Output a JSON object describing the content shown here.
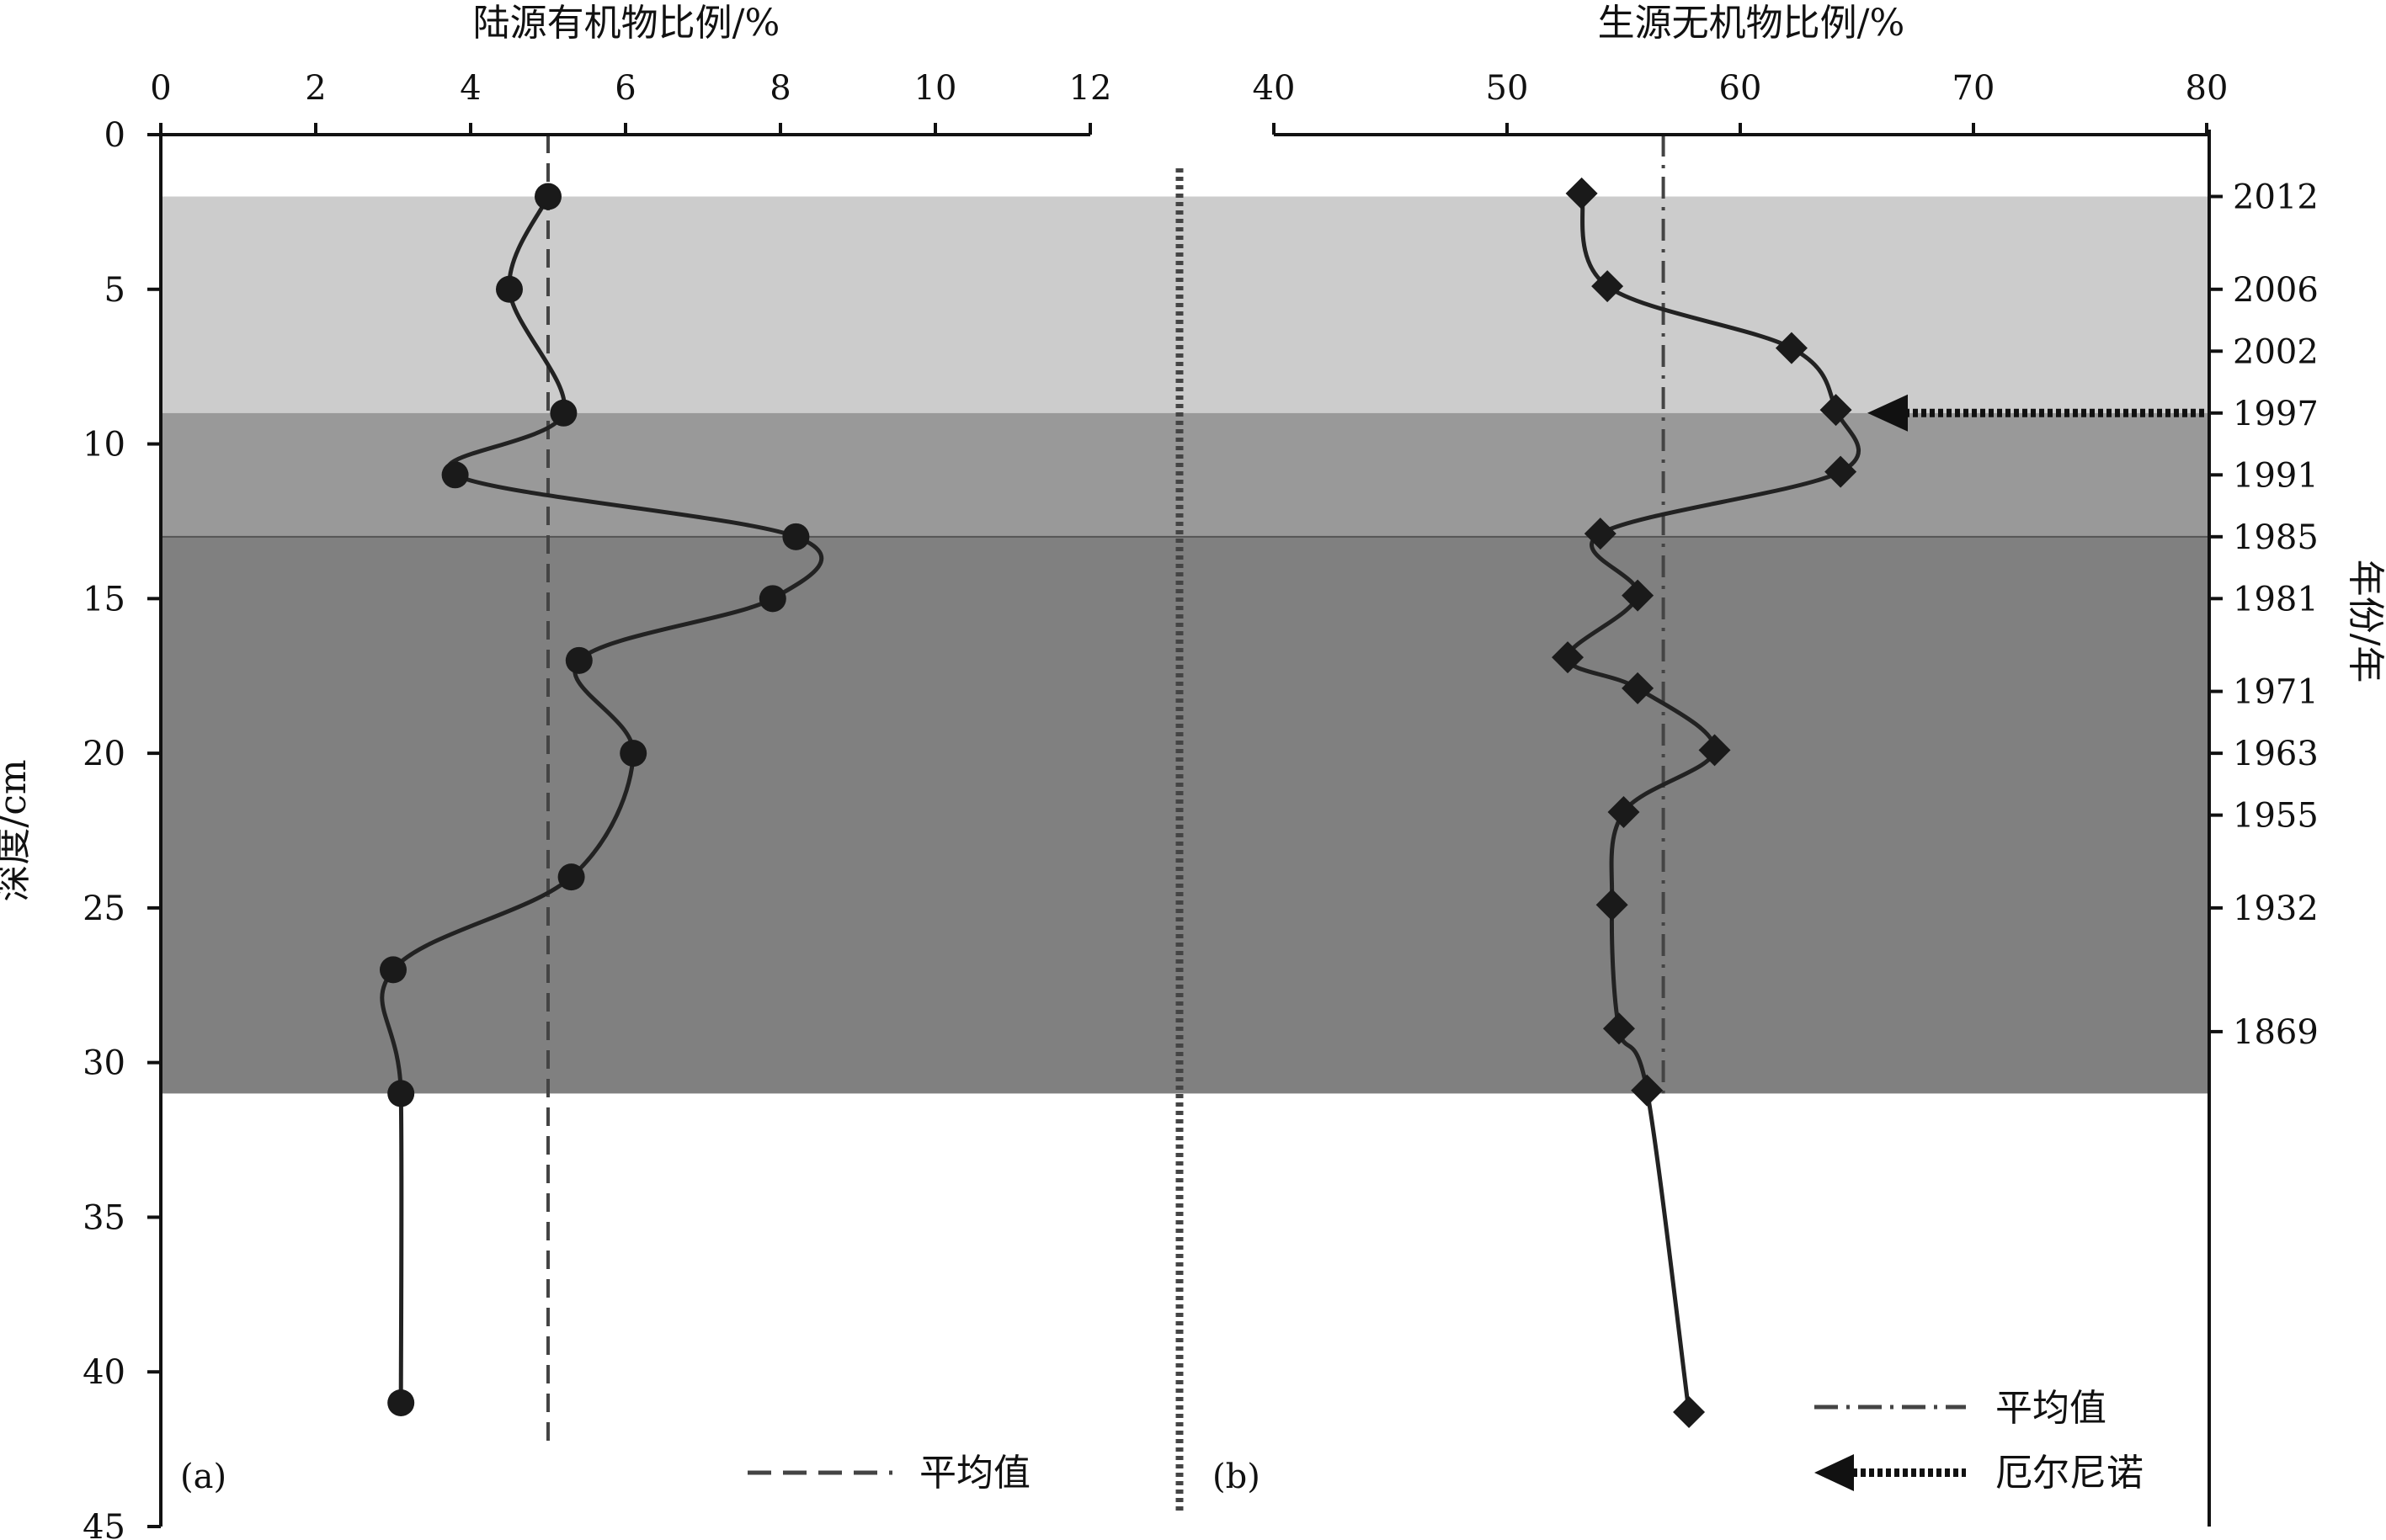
{
  "colors": {
    "band_recent": "#cccccc",
    "band_middle": "#999999",
    "band_deep": "#808080",
    "line": "#222222",
    "marker": "#1a1a1a",
    "mean_line": "#444444",
    "divider": "#444444",
    "arrow": "#111111"
  },
  "chart_data": [
    {
      "type": "line",
      "panel_label": "(a)",
      "title": "陆源有机物比例/%",
      "xlabel": "陆源有机物比例/%",
      "ylabel": "深度/cm",
      "xlim": [
        0,
        12
      ],
      "ylim": [
        0,
        45
      ],
      "y_inverted": true,
      "x_ticks": [
        "0",
        "2",
        "4",
        "6",
        "8",
        "10",
        "12"
      ],
      "y_ticks": [
        "0",
        "5",
        "10",
        "15",
        "20",
        "25",
        "30",
        "35",
        "40",
        "45"
      ],
      "marker": "circle",
      "series": [
        {
          "points": [
            {
              "value": 5.0,
              "depth": 2
            },
            {
              "value": 4.5,
              "depth": 5
            },
            {
              "value": 5.2,
              "depth": 9
            },
            {
              "value": 3.8,
              "depth": 11
            },
            {
              "value": 8.2,
              "depth": 13
            },
            {
              "value": 7.9,
              "depth": 15
            },
            {
              "value": 5.4,
              "depth": 17
            },
            {
              "value": 6.1,
              "depth": 20
            },
            {
              "value": 5.3,
              "depth": 24
            },
            {
              "value": 3.0,
              "depth": 27
            },
            {
              "value": 3.1,
              "depth": 31
            },
            {
              "value": 3.1,
              "depth": 41
            }
          ]
        }
      ],
      "mean": {
        "value": 5.0,
        "label": "平均值",
        "style": "dashed"
      }
    },
    {
      "type": "line",
      "panel_label": "(b)",
      "title": "生源无机物比例/%",
      "xlabel": "生源无机物比例/%",
      "ylabel": "年份/年",
      "xlim": [
        40,
        80
      ],
      "ylim": [
        0,
        45
      ],
      "y_inverted": true,
      "x_ticks": [
        "40",
        "50",
        "60",
        "70",
        "80"
      ],
      "marker": "diamond",
      "series": [
        {
          "points": [
            {
              "value": 53.2,
              "depth": 1.9
            },
            {
              "value": 54.3,
              "depth": 4.9
            },
            {
              "value": 62.2,
              "depth": 6.9
            },
            {
              "value": 64.1,
              "depth": 8.9
            },
            {
              "value": 64.3,
              "depth": 10.9
            },
            {
              "value": 54.0,
              "depth": 12.9
            },
            {
              "value": 55.6,
              "depth": 14.9
            },
            {
              "value": 52.6,
              "depth": 16.9
            },
            {
              "value": 55.6,
              "depth": 17.9
            },
            {
              "value": 58.9,
              "depth": 19.9
            },
            {
              "value": 55.0,
              "depth": 21.9
            },
            {
              "value": 54.5,
              "depth": 24.9
            },
            {
              "value": 54.8,
              "depth": 28.9
            },
            {
              "value": 56.0,
              "depth": 30.9
            },
            {
              "value": 57.8,
              "depth": 41.3
            }
          ]
        }
      ],
      "mean": {
        "value": 56.7,
        "label": "平均值",
        "style": "dash-dot"
      },
      "year_axis": [
        {
          "year": "2012",
          "depth": 2
        },
        {
          "year": "2006",
          "depth": 5
        },
        {
          "year": "2002",
          "depth": 7
        },
        {
          "year": "1997",
          "depth": 9
        },
        {
          "year": "1991",
          "depth": 11
        },
        {
          "year": "1985",
          "depth": 13
        },
        {
          "year": "1981",
          "depth": 15
        },
        {
          "year": "1971",
          "depth": 18
        },
        {
          "year": "1963",
          "depth": 20
        },
        {
          "year": "1955",
          "depth": 22
        },
        {
          "year": "1932",
          "depth": 25
        },
        {
          "year": "1869",
          "depth": 29
        }
      ],
      "event_arrow": {
        "label": "厄尔尼诺",
        "depth": 9
      }
    }
  ],
  "bands": [
    {
      "from_depth": 2,
      "to_depth": 9,
      "color_key": "band_recent"
    },
    {
      "from_depth": 9,
      "to_depth": 13,
      "color_key": "band_middle"
    },
    {
      "from_depth": 13,
      "to_depth": 31,
      "color_key": "band_deep"
    }
  ],
  "legend": {
    "a_mean": "平均值",
    "b_mean": "平均值",
    "b_event": "厄尔尼诺"
  }
}
